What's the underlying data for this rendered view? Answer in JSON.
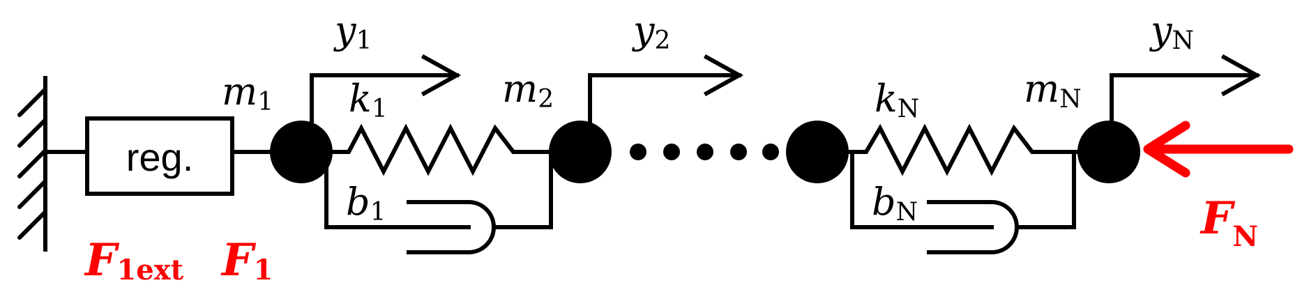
{
  "diagram": {
    "regulator_label": "reg.",
    "masses": [
      {
        "symbol": "m",
        "index": "1"
      },
      {
        "symbol": "m",
        "index": "2"
      },
      {
        "symbol": "m",
        "index": "N"
      }
    ],
    "springs": [
      {
        "symbol": "k",
        "index": "1"
      },
      {
        "symbol": "k",
        "index": "N"
      }
    ],
    "dampers": [
      {
        "symbol": "b",
        "index": "1"
      },
      {
        "symbol": "b",
        "index": "N"
      }
    ],
    "displacements": [
      {
        "symbol": "y",
        "index": "1"
      },
      {
        "symbol": "y",
        "index": "2"
      },
      {
        "symbol": "y",
        "index": "N"
      }
    ],
    "forces": {
      "ext": {
        "symbol": "F",
        "index": "1ext"
      },
      "f1": {
        "symbol": "F",
        "index": "1"
      },
      "fN": {
        "symbol": "F",
        "index": "N"
      }
    },
    "colors": {
      "line": "#000000",
      "force": "#ff0000"
    }
  }
}
